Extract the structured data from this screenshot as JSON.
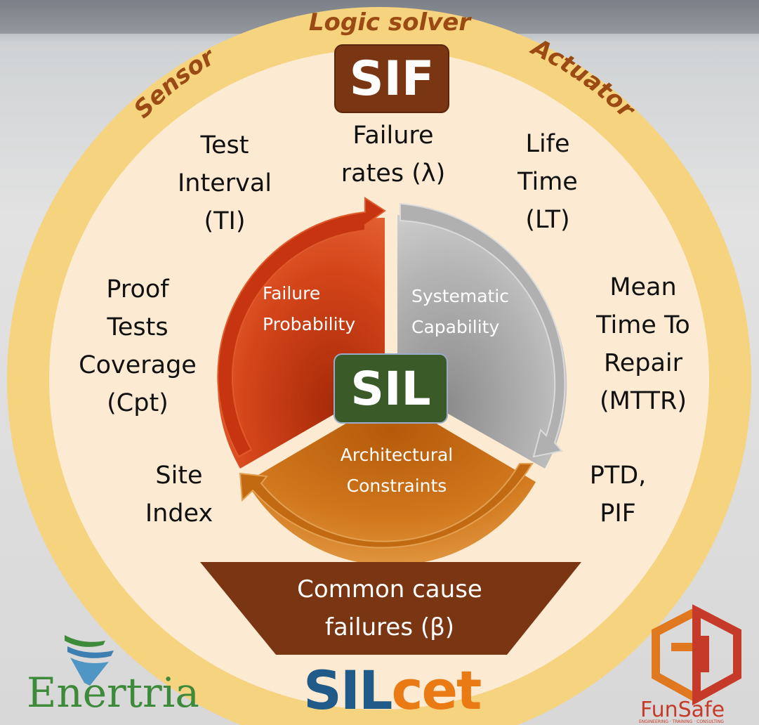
{
  "colors": {
    "ring": "#f6d37f",
    "inner": "#fcebd2",
    "brown": "#7a3612",
    "red": "#d03e12",
    "grey": "#a9a9a9",
    "orange": "#c9690f",
    "green": "#3a5a28",
    "silcet_blue": "#1f5a89",
    "silcet_orange": "#ea7b14",
    "enertria_green": "#3d8a3a",
    "funsafe_red": "#c63a2a"
  },
  "ring_labels": {
    "top": "Logic solver",
    "left": "Sensor",
    "right": "Actuator"
  },
  "sif": "SIF",
  "sil": "SIL",
  "segments": {
    "failure_probability": "Failure\nProbability",
    "systematic_capability": "Systematic\nCapability",
    "architectural_constraints": "Architectural\nConstraints"
  },
  "parameters": {
    "failure_rates": "Failure\nrates (λ)",
    "test_interval": "Test\nInterval\n(TI)",
    "life_time": "Life\nTime\n(LT)",
    "proof_tests": "Proof\nTests\nCoverage\n(Cpt)",
    "mttr": "Mean\nTime To\nRepair\n(MTTR)",
    "site_index": "Site\nIndex",
    "ptd_pif": "PTD,\nPIF"
  },
  "common_cause": "Common cause\nfailures (β)",
  "logos": {
    "enertria": "Enertria",
    "silcet_part1": "SIL",
    "silcet_part2": "cet",
    "funsafe": "FunSafe",
    "funsafe_tagline": "ENGINEERING · TRAINING · CONSULTING",
    "icons": [
      "enertria-swoosh-icon",
      "funsafe-hexagon-icon"
    ]
  }
}
